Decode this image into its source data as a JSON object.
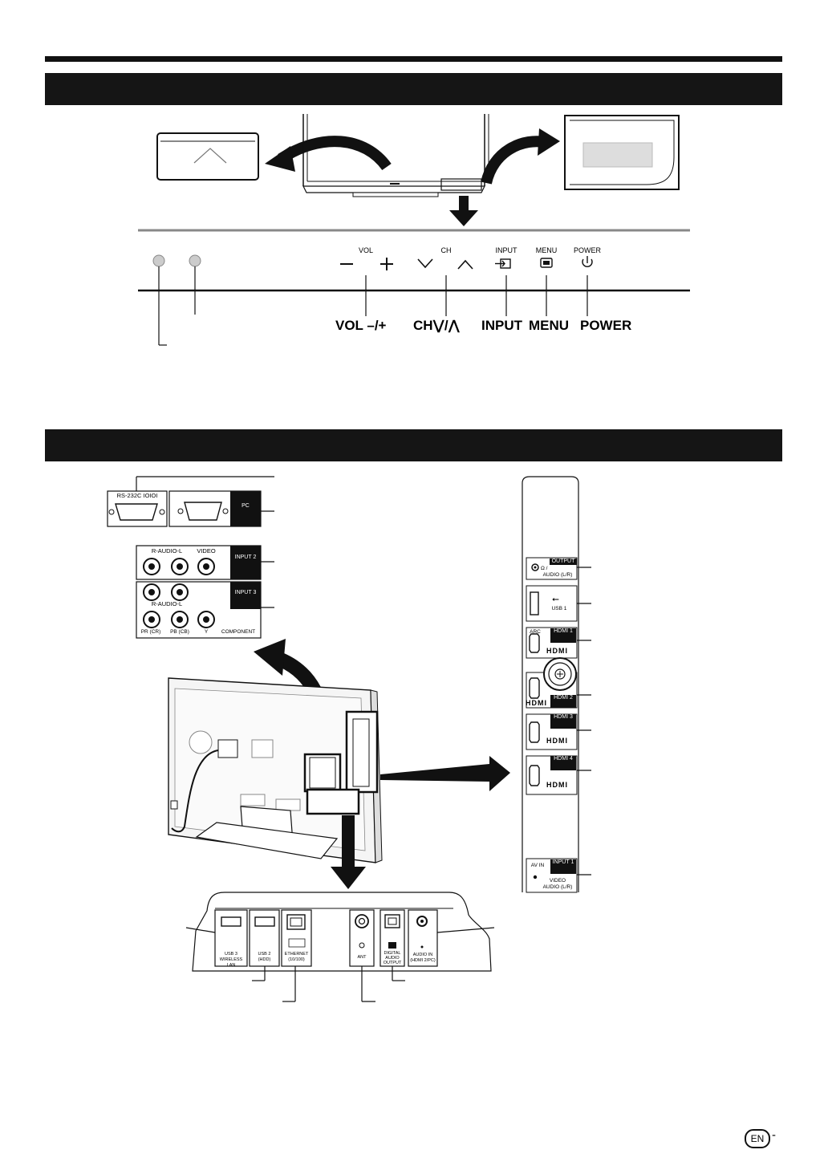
{
  "front_controls": {
    "labels": [
      {
        "key": "vol",
        "small": "VOL",
        "big": "VOL –/+"
      },
      {
        "key": "ch",
        "small": "CH",
        "big": "CH⋁/⋀"
      },
      {
        "key": "input",
        "small": "INPUT",
        "big": "INPUT"
      },
      {
        "key": "menu",
        "small": "MENU",
        "big": "MENU"
      },
      {
        "key": "power",
        "small": "POWER",
        "big": "POWER"
      }
    ],
    "vol_minus": "–",
    "vol_plus": "+"
  },
  "rear_terminals": {
    "rs232c": "RS-232C IOIOI",
    "pc": "PC",
    "input2": {
      "badge": "INPUT 2",
      "audio": "R-AUDIO-L",
      "video": "VIDEO"
    },
    "input3": {
      "badge": "INPUT 3",
      "audio": "R-AUDIO-L",
      "pr": "PR (CR)",
      "pb": "PB (CB)",
      "y": "Y",
      "component": "COMPONENT"
    }
  },
  "side_terminals": {
    "output": "OUTPUT",
    "headphone_audio": "Ω /",
    "audio_lr": "AUDIO (L/R)",
    "usb1": "USB 1",
    "arc": "ARC",
    "hdmi1": "HDMI 1",
    "hdmi2": "HDMI 2",
    "hdmi3": "HDMI 3",
    "hdmi4": "HDMI 4",
    "hdmi_logo": "HDMI",
    "av_in": "AV IN",
    "input1": "INPUT 1",
    "video": "VIDEO",
    "video_audio": "AUDIO (L/R)"
  },
  "bottom_terminals": {
    "usb3": "USB 3",
    "wireless_lan": "WIRELESS LAN",
    "usb2": "USB 2",
    "usb2_sub": "(HDD)",
    "ethernet": "ETHERNET",
    "ethernet_sub": "(10/100)",
    "ant": "ANT",
    "digital_audio_output": "DIGITAL AUDIO OUTPUT",
    "audio_in": "AUDIO IN",
    "audio_in_sub": "(HDMI 2/PC)"
  },
  "footer": {
    "lang_badge": "EN",
    "page_dash": "-"
  }
}
